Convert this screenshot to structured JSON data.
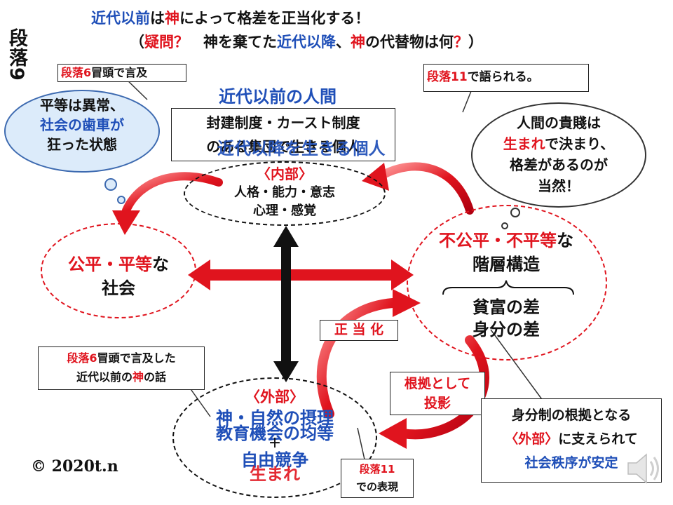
{
  "title": {
    "line1_a": "近代以前",
    "line1_b": "は",
    "line1_c": "神",
    "line1_d": "によって格差を正当化する！",
    "line2_a": "（",
    "line2_b": "疑問？",
    "line2_c": "　神を棄てた",
    "line2_d": "近代以降",
    "line2_e": "、",
    "line2_f": "神",
    "line2_g": "の代替物は何",
    "line2_h": "？",
    "line2_i": "）"
  },
  "side_label": "段落9",
  "tag_top_left": {
    "red": "段落6",
    "black": "冒頭で言及"
  },
  "tag_top_right": {
    "red": "段落11",
    "black": "で語られる。"
  },
  "cloud_left": {
    "l1": "平等は異常、",
    "l2": "社会の歯車が",
    "l3": "狂った状態"
  },
  "cloud_right": {
    "l1": "人間の貴賤は",
    "l2a": "生まれ",
    "l2b": "で決まり、",
    "l3": "格差があるのが",
    "l4": "当然！"
  },
  "pre_modern_heading": "近代以前の人間",
  "feudal_box": {
    "l1": "封建制度・カースト制度",
    "l2": "のある集団で生きる個人"
  },
  "overlay_heading": "近代以降を生きる個人",
  "inner": {
    "label": "〈内部〉",
    "l1": "人格・能力・意志",
    "l2": "心理・感覚"
  },
  "left_node": {
    "red": "公平・平等",
    "black": "な",
    "l2": "社会"
  },
  "right_node": {
    "red": "不公平・不平等",
    "black": "な",
    "l2": "階層構造",
    "l3": "貧富の差",
    "l4": "身分の差"
  },
  "justify_label": "正 当 化",
  "projection_label": {
    "l1": "根拠として",
    "l2": "投影"
  },
  "tag_mid_left": {
    "red": "段落6",
    "black1": "冒頭で言及した",
    "black2a": "近代以前の",
    "red2": "神",
    "black2b": "の話"
  },
  "outer": {
    "label": "〈外部〉",
    "a1": "神・自然の摂理",
    "a2": "教育機会の均等",
    "plus": "＋",
    "a3": "自由競争",
    "a4": "生まれ"
  },
  "tag_bottom": {
    "red": "段落11",
    "black": "での表現"
  },
  "right_box": {
    "l1": "身分制の根拠となる",
    "l2a": "〈外部〉",
    "l2b": "に支えられて",
    "l3": "社会秩序が安定"
  },
  "copyright": "© 2020t.n",
  "colors": {
    "accent_red": "#e0141e",
    "accent_blue": "#1f4fb8",
    "cloud_fill": "#dcebfa"
  },
  "icons": {
    "speaker": "speaker-icon"
  }
}
